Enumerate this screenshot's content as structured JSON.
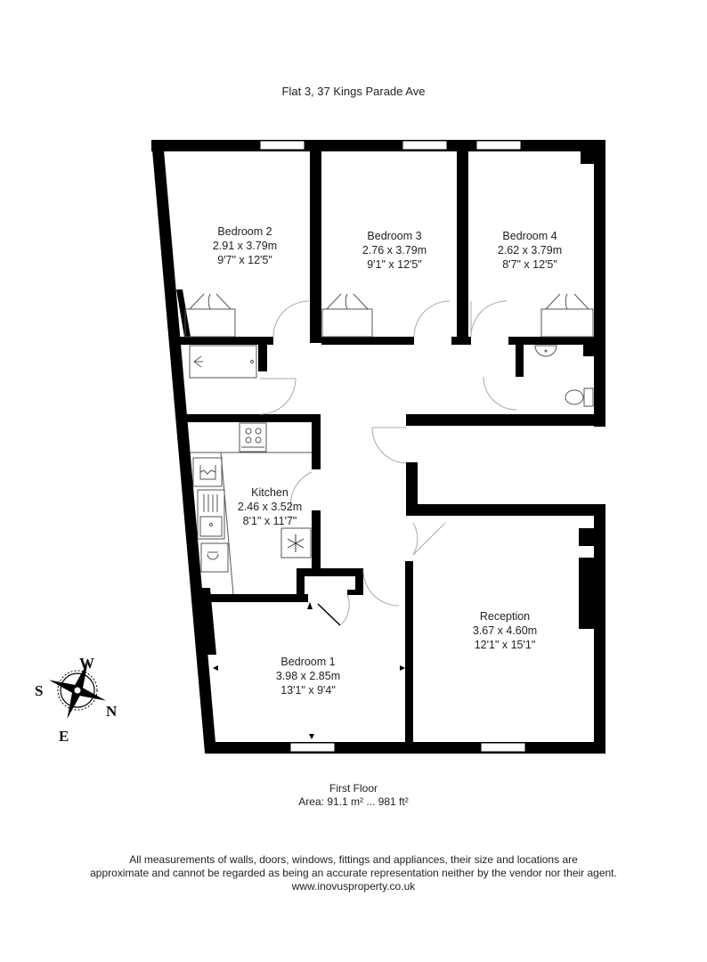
{
  "title": "Flat 3, 37 Kings Parade Ave",
  "rooms": [
    {
      "name": "Bedroom 2",
      "metric": "2.91 x 3.79m",
      "imperial": "9'7\" x 12'5\""
    },
    {
      "name": "Bedroom 3",
      "metric": "2.76 x 3.79m",
      "imperial": "9'1\" x 12'5\""
    },
    {
      "name": "Bedroom 4",
      "metric": "2.62 x 3.79m",
      "imperial": "8'7\" x 12'5\""
    },
    {
      "name": "Kitchen",
      "metric": "2.46 x 3.52m",
      "imperial": "8'1\" x 11'7\""
    },
    {
      "name": "Bedroom 1",
      "metric": "3.98 x 2.85m",
      "imperial": "13'1\" x 9'4\""
    },
    {
      "name": "Reception",
      "metric": "3.67 x 4.60m",
      "imperial": "12'1\" x 15'1\""
    }
  ],
  "compass": {
    "top": "W",
    "right": "N",
    "bottom": "E",
    "left": "S"
  },
  "floor": {
    "name": "First Floor",
    "area": "Area: 91.1 m² ... 981 ft²"
  },
  "disclaimer": {
    "line1": "All measurements of walls, doors, windows, fittings and appliances, their size and locations are",
    "line2": "approximate and cannot be regarded as being an accurate representation neither by the vendor nor their agent.",
    "website": "www.inovusproperty.co.uk"
  },
  "colors": {
    "wall": "#000000",
    "fixture_line": "#555555",
    "door_arc": "#aaaaaa",
    "background": "#ffffff"
  }
}
